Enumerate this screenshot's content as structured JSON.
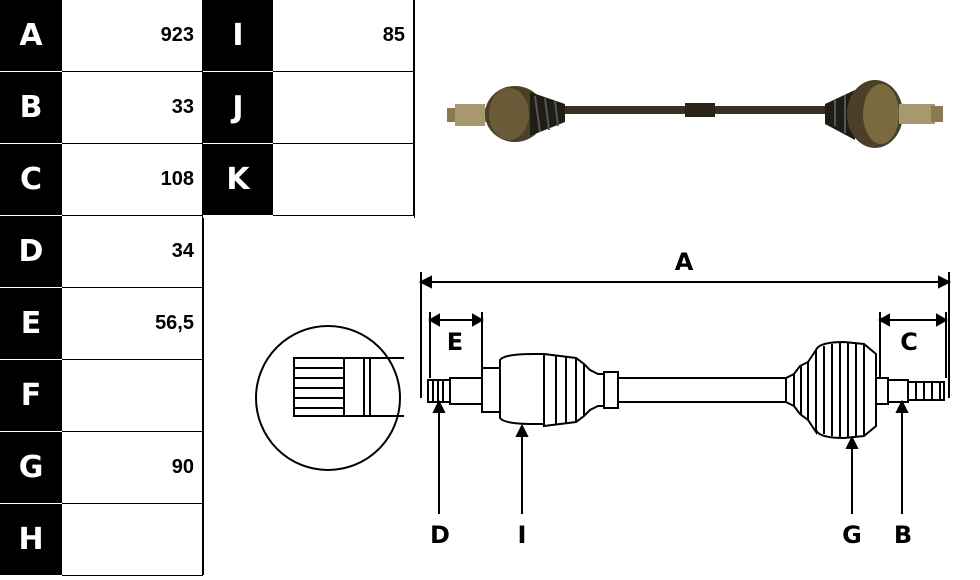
{
  "left_table": {
    "rows": [
      {
        "key": "A",
        "value": "923"
      },
      {
        "key": "B",
        "value": "33"
      },
      {
        "key": "C",
        "value": "108"
      },
      {
        "key": "D",
        "value": "34"
      },
      {
        "key": "E",
        "value": "56,5"
      },
      {
        "key": "F",
        "value": ""
      },
      {
        "key": "G",
        "value": "90"
      },
      {
        "key": "H",
        "value": ""
      }
    ]
  },
  "mid_table": {
    "rows": [
      {
        "key": "I",
        "value": "85"
      },
      {
        "key": "J",
        "value": ""
      },
      {
        "key": "K",
        "value": ""
      }
    ]
  },
  "diagram": {
    "labels": {
      "A": "A",
      "E": "E",
      "C": "C",
      "D": "D",
      "I": "I",
      "G": "G",
      "B": "B"
    }
  },
  "colors": {
    "key_bg": "#000000",
    "shaft_metal": "#5a4a2a",
    "boot": "#2a2a1e"
  }
}
